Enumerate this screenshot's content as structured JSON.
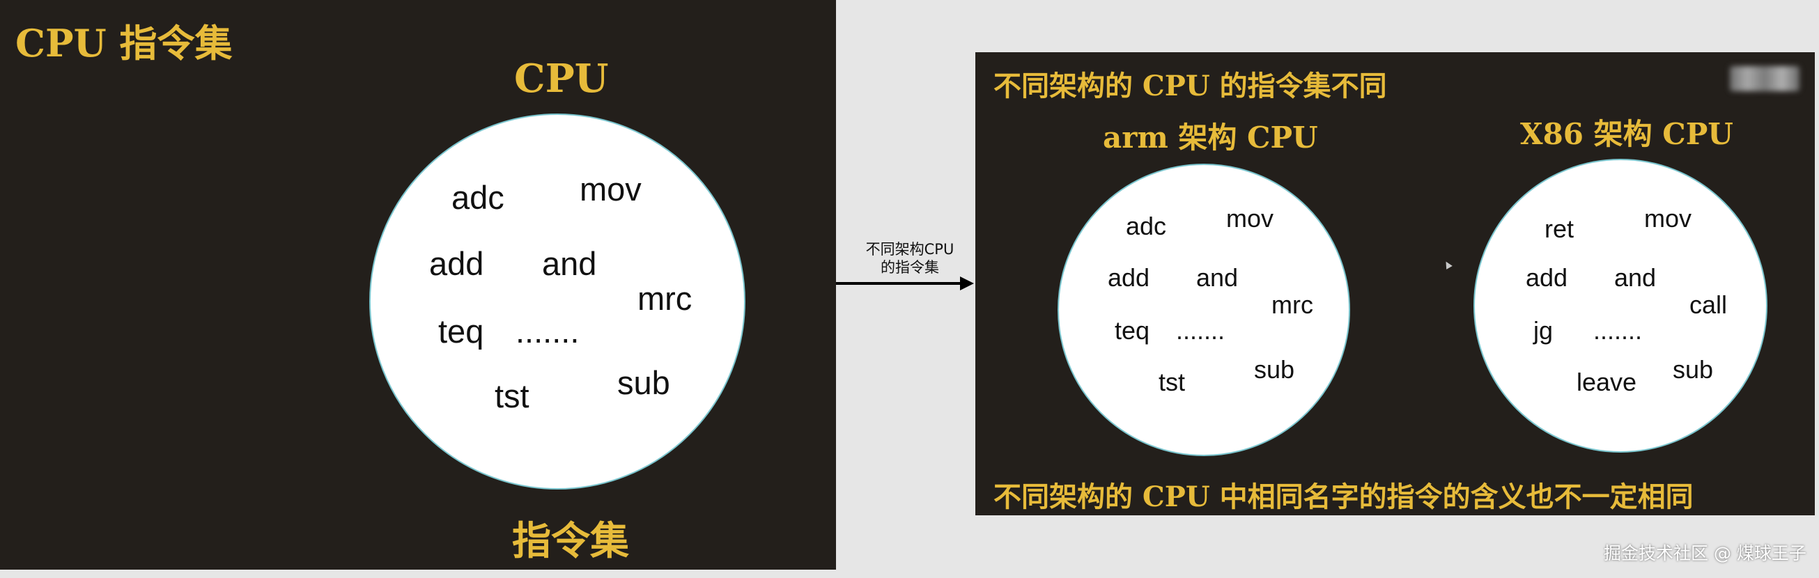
{
  "left": {
    "title": "CPU 指令集",
    "cpu_label": "CPU",
    "bottom_label": "指令集",
    "instructions": [
      "adc",
      "mov",
      "add",
      "and",
      "mrc",
      "teq",
      ".......",
      "tst",
      "sub"
    ]
  },
  "arrow": {
    "label_line1": "不同架构CPU",
    "label_line2": "的指令集"
  },
  "right": {
    "title": "不同架构的 CPU 的指令集不同",
    "arm_label": "arm 架构 CPU",
    "x86_label": "X86 架构 CPU",
    "arm_instructions": [
      "adc",
      "mov",
      "add",
      "and",
      "mrc",
      "teq",
      ".......",
      "tst",
      "sub"
    ],
    "x86_instructions": [
      "ret",
      "mov",
      "add",
      "and",
      "call",
      "jg",
      ".......",
      "leave",
      "sub"
    ],
    "footer": "不同架构的 CPU 中相同名字的指令的含义也不一定相同"
  },
  "watermark": "掘金技术社区 @ 煤球王子",
  "colors": {
    "panel_bg": "#231f1b",
    "gold_text": "#e7bb3a",
    "circle_border": "#7bc6cf",
    "page_bg": "#e6e6e6"
  }
}
